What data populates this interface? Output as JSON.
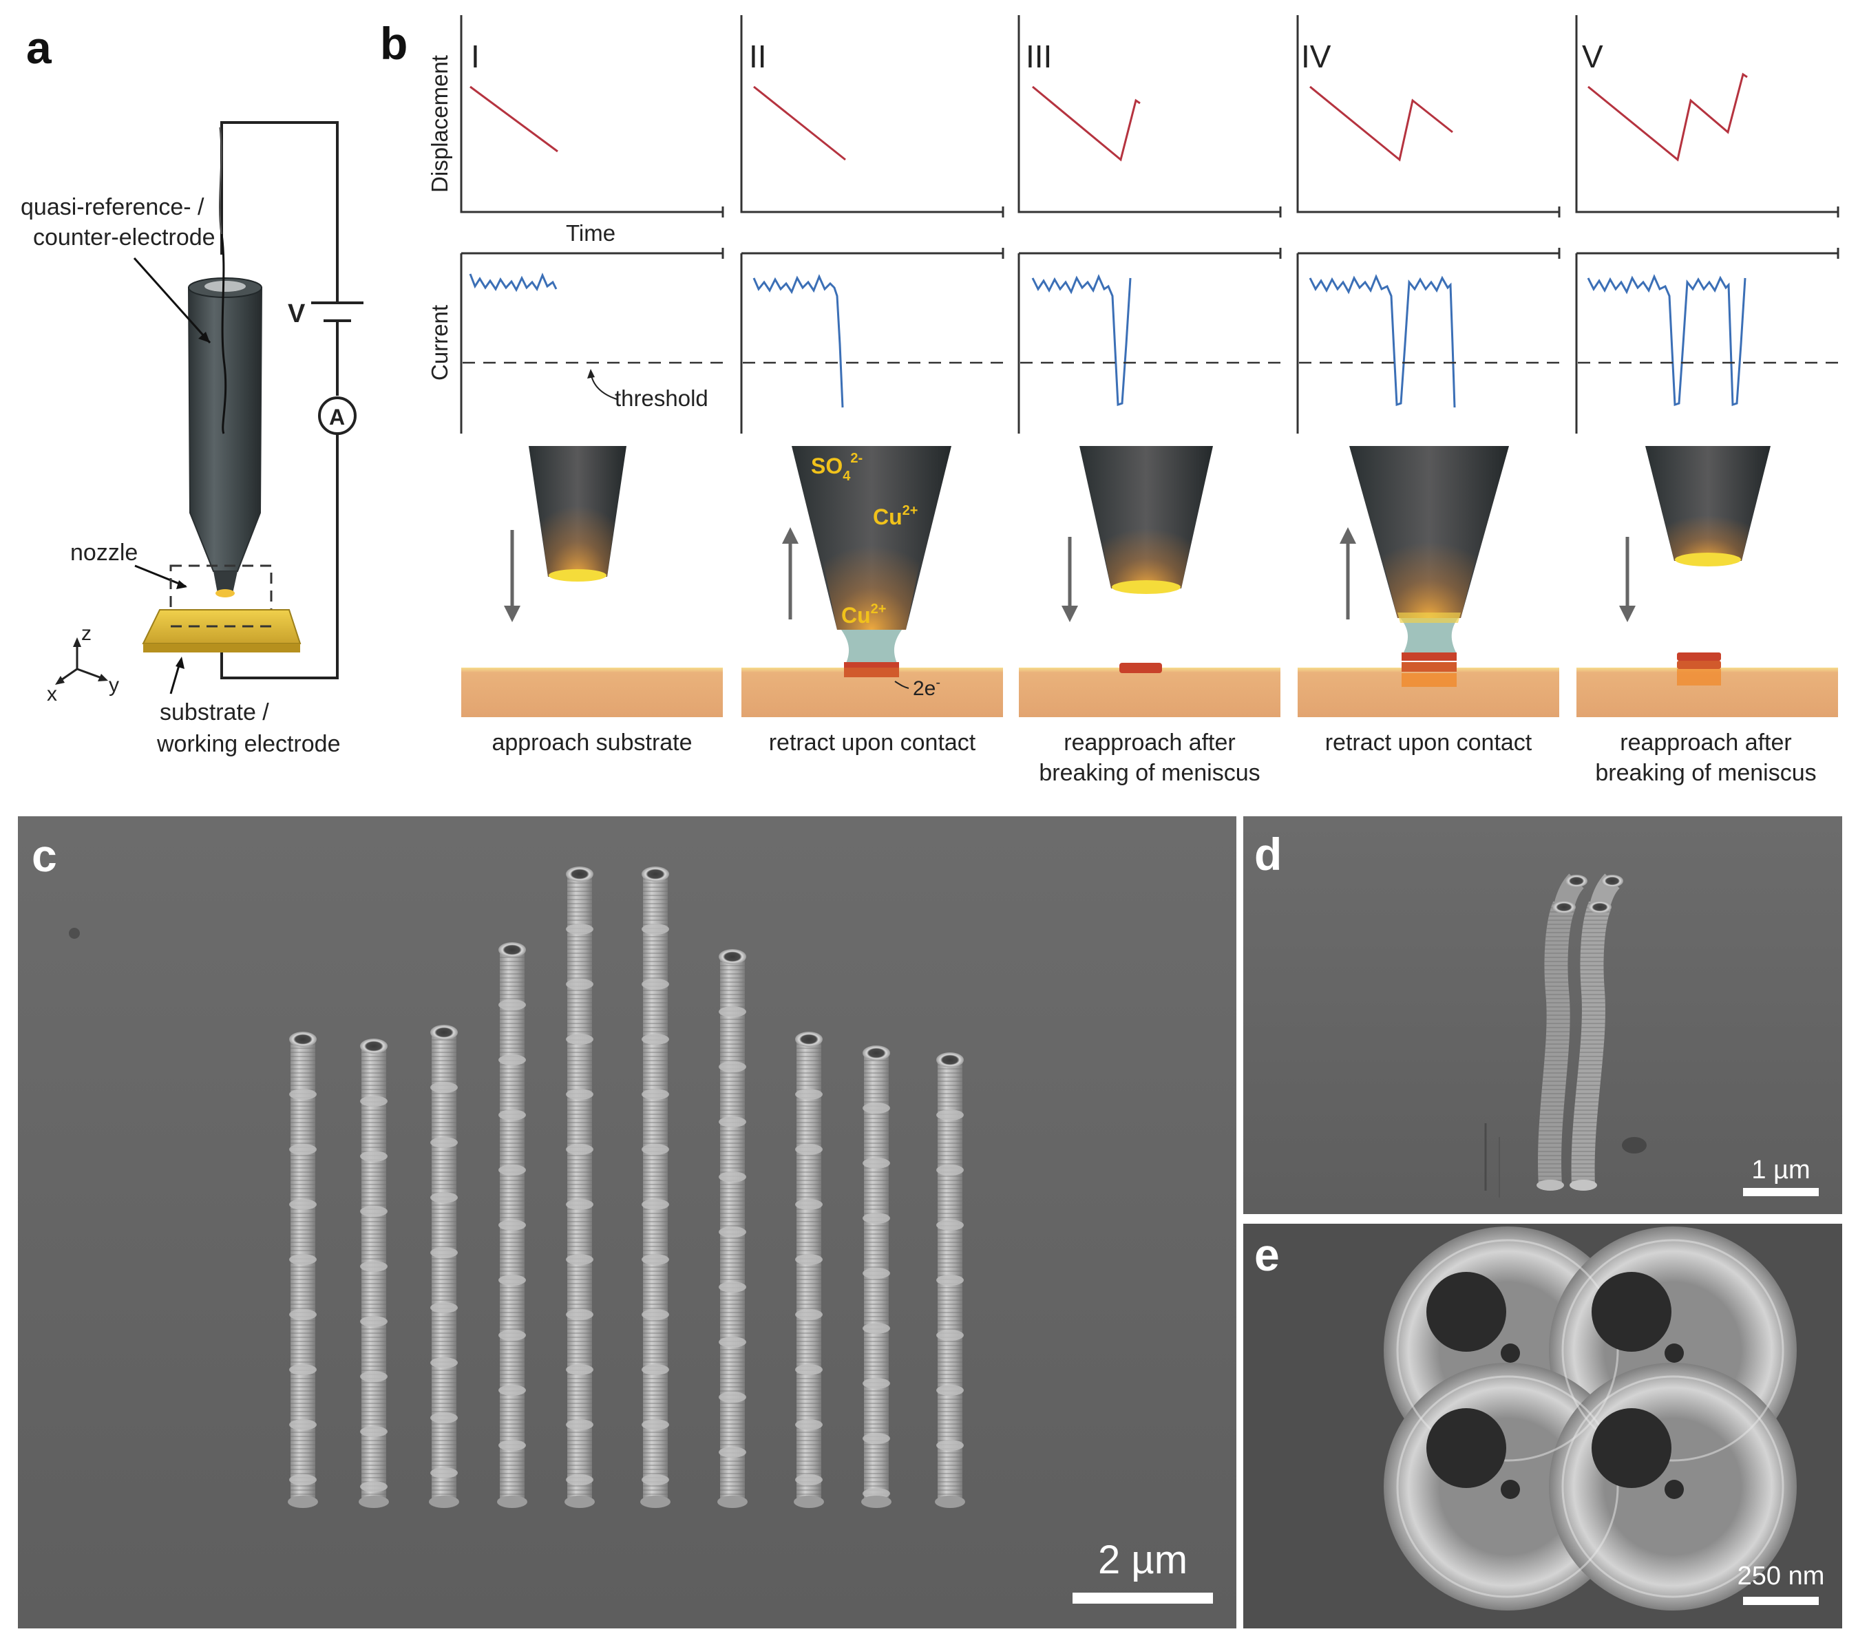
{
  "panels": {
    "a": {
      "letter": "a",
      "labels": {
        "electrode_line1": "quasi-reference- /",
        "electrode_line2": "counter-electrode",
        "voltage": "V",
        "ammeter": "A",
        "nozzle": "nozzle",
        "substrate_line1": "substrate /",
        "substrate_line2": "working electrode",
        "axis_z": "z",
        "axis_x": "x",
        "axis_y": "y"
      }
    },
    "b": {
      "letter": "b",
      "row_labels": {
        "displacement": "Displacement",
        "time": "Time",
        "current": "Current",
        "threshold": "threshold"
      },
      "steps": [
        {
          "roman": "I",
          "caption1": "approach substrate",
          "caption2": ""
        },
        {
          "roman": "II",
          "caption1": "retract upon contact",
          "caption2": ""
        },
        {
          "roman": "III",
          "caption1": "reapproach after",
          "caption2": "breaking of meniscus"
        },
        {
          "roman": "IV",
          "caption1": "retract upon contact",
          "caption2": ""
        },
        {
          "roman": "V",
          "caption1": "reapproach after",
          "caption2": "breaking of meniscus"
        }
      ],
      "ions": {
        "sulfate": "SO",
        "sulfate_sub": "4",
        "sulfate_sup": "2-",
        "copper": "Cu",
        "copper_sup": "2+",
        "electrons": "2e",
        "electrons_sup": "-"
      }
    },
    "c": {
      "letter": "c",
      "scale_bar": "2 µm"
    },
    "d": {
      "letter": "d",
      "scale_bar": "1 µm"
    },
    "e": {
      "letter": "e",
      "scale_bar": "250 nm"
    }
  },
  "colors": {
    "displacement_trace": "#b5333f",
    "current_trace": "#3b6fb6",
    "ion_text": "#f1c21b",
    "sem_background": "#6b6b6b",
    "substrate": "#e3ac76"
  }
}
